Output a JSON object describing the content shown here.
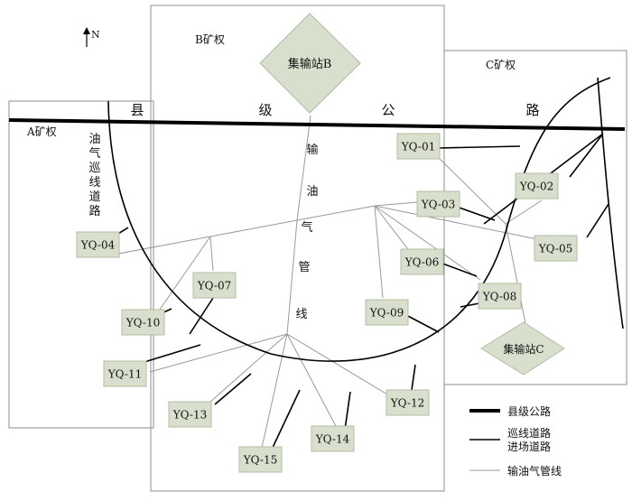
{
  "north": "N",
  "regions": {
    "a": "A矿权",
    "b": "B矿权",
    "c": "C矿权"
  },
  "road_chars": [
    "县",
    "级",
    "公",
    "路"
  ],
  "patrol_road_chars": [
    "油",
    "气",
    "巡",
    "线",
    "道",
    "路"
  ],
  "pipeline_chars": [
    "输",
    "油",
    "气",
    "管",
    "线"
  ],
  "stations": {
    "b": "集输站B",
    "c": "集输站C"
  },
  "wells": [
    {
      "id": "YQ-01"
    },
    {
      "id": "YQ-02"
    },
    {
      "id": "YQ-03"
    },
    {
      "id": "YQ-04"
    },
    {
      "id": "YQ-05"
    },
    {
      "id": "YQ-06"
    },
    {
      "id": "YQ-07"
    },
    {
      "id": "YQ-08"
    },
    {
      "id": "YQ-09"
    },
    {
      "id": "YQ-10"
    },
    {
      "id": "YQ-11"
    },
    {
      "id": "YQ-12"
    },
    {
      "id": "YQ-13"
    },
    {
      "id": "YQ-14"
    },
    {
      "id": "YQ-15"
    }
  ],
  "legend": {
    "county_road": "县级公路",
    "patrol_road": "巡线道路",
    "access_road": "进场道路",
    "pipeline": "输油气管线"
  },
  "colors": {
    "box_fill": "#d8dfcc",
    "box_stroke": "#b3bba6",
    "road": "#000000",
    "pipe": "#9a9a9a",
    "boundary": "#8c8c8c"
  }
}
